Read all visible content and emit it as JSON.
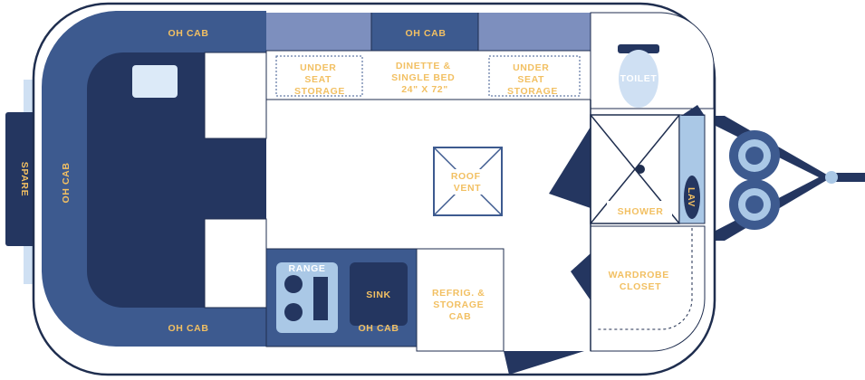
{
  "labels": {
    "oh_cab_top_left": "OH CAB",
    "oh_cab_top_center": "OH CAB",
    "oh_cab_left": "OH CAB",
    "oh_cab_bottom_left": "OH CAB",
    "oh_cab_bottom_right": "OH CAB",
    "spare": "SPARE",
    "under_seat_storage_left": [
      "UNDER",
      "SEAT",
      "STORAGE"
    ],
    "dinette": [
      "DINETTE &",
      "SINGLE BED",
      "24\" X 72\""
    ],
    "under_seat_storage_right": [
      "UNDER",
      "SEAT",
      "STORAGE"
    ],
    "toilet": "TOILET",
    "roof_vent": [
      "ROOF",
      "VENT"
    ],
    "shower": "SHOWER",
    "lav": "LAV",
    "range": "RANGE",
    "sink": "SINK",
    "refrig": [
      "REFRIG. &",
      "STORAGE",
      "CAB"
    ],
    "wardrobe": [
      "WARDROBE",
      "CLOSET"
    ]
  },
  "colors": {
    "navy": "#243660",
    "mid_blue": "#3d5a8f",
    "light_blue": "#aac8e6",
    "pale_blue": "#cfe0f3",
    "label_gold": "#f2c063",
    "outline": "#1f2e4f"
  }
}
